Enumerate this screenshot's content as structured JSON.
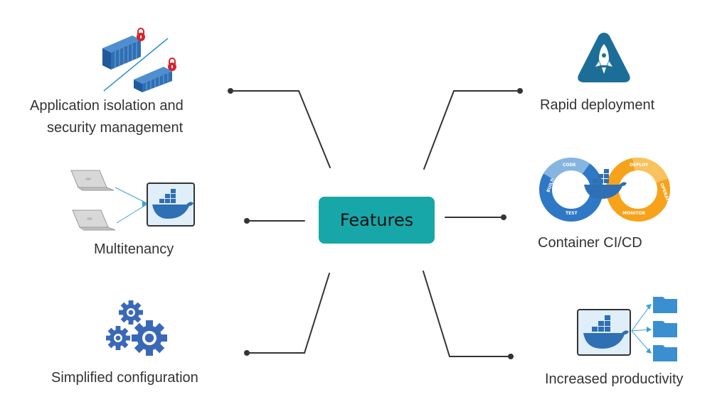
{
  "center": {
    "label": "Features"
  },
  "features": {
    "isolation": {
      "line1": "Application isolation and",
      "line2": "security management",
      "icon": "container-lock-icon"
    },
    "multitenancy": {
      "label": "Multitenancy",
      "icon": "laptops-docker-icon"
    },
    "config": {
      "label": "Simplified configuration",
      "icon": "gears-icon"
    },
    "deploy": {
      "label": "Rapid deployment",
      "icon": "rocket-icon"
    },
    "cicd": {
      "label": "Container CI/CD",
      "icon": "cicd-infinity-icon",
      "loop_words": {
        "code": "CODE",
        "build": "BUILD",
        "test": "TEST",
        "deploy": "DEPLOY",
        "operate": "OPERATE",
        "monitor": "MONITOR"
      }
    },
    "productivity": {
      "label": "Increased productivity",
      "icon": "docker-folders-icon"
    }
  },
  "colors": {
    "feature_box": "#17a7a9",
    "connector": "#333333",
    "container_blue": "#2f6fb3",
    "lock_red": "#d9232e",
    "gear_blue": "#3a68b8",
    "rocket_bg": "#1c6e98",
    "cicd_blue": "#2e78c6",
    "cicd_orange": "#f7a21b",
    "folder_blue": "#3a8fd0"
  }
}
